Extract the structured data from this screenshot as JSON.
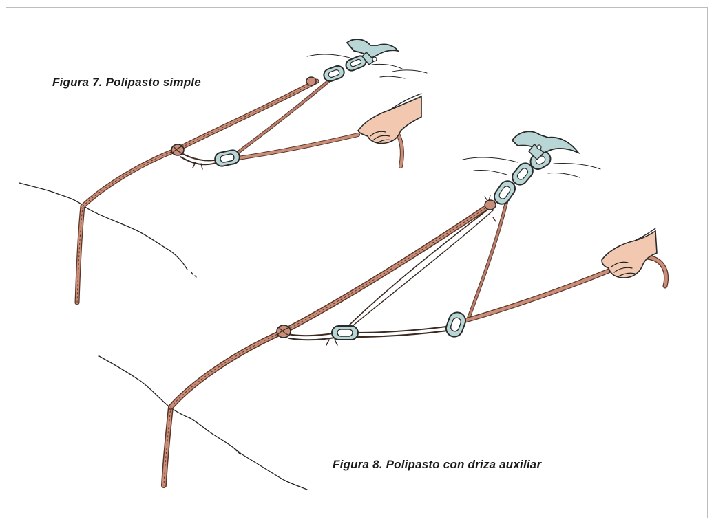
{
  "figures": [
    {
      "id": "fig7",
      "caption": "Figura 7. Polipasto simple"
    },
    {
      "id": "fig8",
      "caption": "Figura 8. Polipasto con driza auxiliar"
    }
  ],
  "colors": {
    "rope": "#c98d78",
    "rope_dark": "#5a3528",
    "metal": "#b9d6d6",
    "metal_outline": "#2a2a2a",
    "hand": "#f2c8b0",
    "frame": "#bdbdbd"
  },
  "icons": [
    "ice-axe-icon",
    "carabiner-icon",
    "hand-icon",
    "rope-icon",
    "knot-icon"
  ]
}
